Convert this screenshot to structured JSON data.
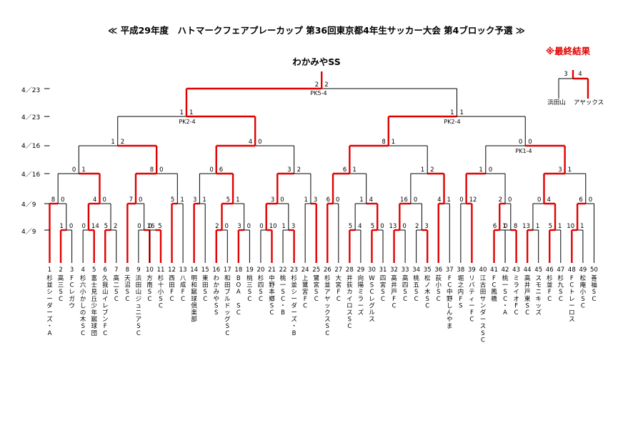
{
  "title": "≪ 平成29年度　ハトマークフェアプレーカップ 第36回東京都4年生サッカー大会 第4ブロック予選 ≫",
  "result_label": "※最終結果",
  "block_winner": "わかみやSS",
  "round_dates": [
    "4／23",
    "4／23",
    "4／16",
    "4／16",
    "4／9",
    "4／9"
  ],
  "teams": [
    {
      "num": "1",
      "name": "杉並シーダーズ・A"
    },
    {
      "num": "2",
      "name": "高三SC"
    },
    {
      "num": "3",
      "name": "FCレガウ"
    },
    {
      "num": "4",
      "name": "杉六小かしの木SC"
    },
    {
      "num": "5",
      "name": "富士見丘少年蹴球団"
    },
    {
      "num": "6",
      "name": "久我山イレブンFC"
    },
    {
      "num": "7",
      "name": "高二SC"
    },
    {
      "num": "8",
      "name": "天沼SC"
    },
    {
      "num": "9",
      "name": "浜田山ジュニアSC"
    },
    {
      "num": "10",
      "name": "方南SC"
    },
    {
      "num": "11",
      "name": "杉十小SC"
    },
    {
      "num": "12",
      "name": "西田FC"
    },
    {
      "num": "13",
      "name": "八成FC"
    },
    {
      "num": "14",
      "name": "明和蹴球倶楽部"
    },
    {
      "num": "15",
      "name": "東田SC"
    },
    {
      "num": "16",
      "name": "わかみやSS"
    },
    {
      "num": "17",
      "name": "和田ブルドッグSC"
    },
    {
      "num": "18",
      "name": "BOA SC"
    },
    {
      "num": "19",
      "name": "桃三SC"
    },
    {
      "num": "20",
      "name": "杉四SC"
    },
    {
      "num": "21",
      "name": "中野本郷SC"
    },
    {
      "num": "22",
      "name": "桃一SC・B"
    },
    {
      "num": "23",
      "name": "杉並シーダーズ・B"
    },
    {
      "num": "24",
      "name": "上鷺宮FC"
    },
    {
      "num": "25",
      "name": "鷺宮SC"
    },
    {
      "num": "26",
      "name": "杉並アヤックスSC"
    },
    {
      "num": "27",
      "name": "大宮FC"
    },
    {
      "num": "28",
      "name": "井荻カイロスSC"
    },
    {
      "num": "29",
      "name": "向陽ミラーズ"
    },
    {
      "num": "30",
      "name": "WSCレグルス"
    },
    {
      "num": "31",
      "name": "四宮SC"
    },
    {
      "num": "32",
      "name": "高井戸FC"
    },
    {
      "num": "33",
      "name": "高四SC"
    },
    {
      "num": "34",
      "name": "桃五SC"
    },
    {
      "num": "35",
      "name": "松ノ木SC"
    },
    {
      "num": "36",
      "name": "荻小SC"
    },
    {
      "num": "37",
      "name": "FC中野しんやま"
    },
    {
      "num": "38",
      "name": "堀之内FS"
    },
    {
      "num": "39",
      "name": "リバティーFC"
    },
    {
      "num": "40",
      "name": "江古田サンダースSC"
    },
    {
      "num": "41",
      "name": "FC鳳橋"
    },
    {
      "num": "42",
      "name": "桃一SC・A"
    },
    {
      "num": "43",
      "name": "ミライオFC"
    },
    {
      "num": "44",
      "name": "高井戸東SC"
    },
    {
      "num": "45",
      "name": "スモニキッズ"
    },
    {
      "num": "46",
      "name": "杉並FC"
    },
    {
      "num": "47",
      "name": "杉九SC"
    },
    {
      "num": "48",
      "name": "FCトレーロス"
    },
    {
      "num": "49",
      "name": "松庵小SC"
    },
    {
      "num": "50",
      "name": "善福SC"
    }
  ],
  "pk_notes": [
    "PK5-4",
    "PK2-4",
    "PK2-4",
    "PK1-4"
  ],
  "final_result": {
    "left_team": "浜田山",
    "right_team": "アヤックス",
    "left_score": "3",
    "right_score": "4"
  },
  "colors": {
    "winner_line": "#e00000",
    "line": "#000000",
    "result_text": "#e00000"
  }
}
